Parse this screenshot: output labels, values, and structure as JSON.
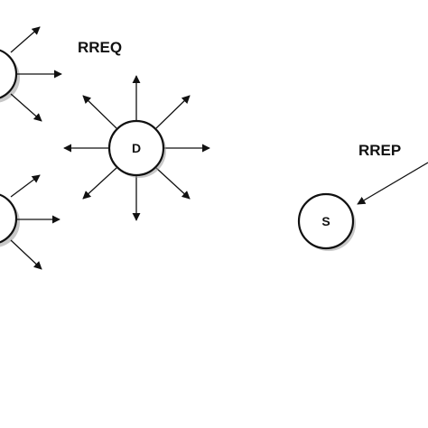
{
  "labels": {
    "rreq": "RREQ",
    "rrep": "RREP"
  },
  "nodes": {
    "destination": "D",
    "source": "S"
  },
  "colors": {
    "stroke": "#111111",
    "shadow": "#9a9a9a",
    "background": "#ffffff"
  }
}
